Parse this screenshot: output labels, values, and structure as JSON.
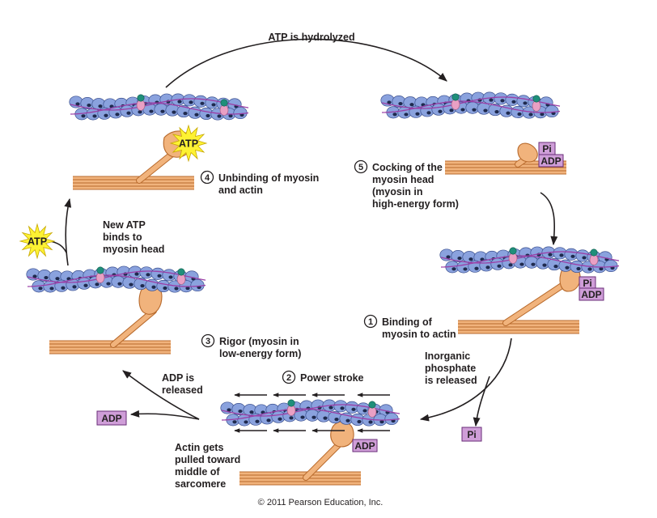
{
  "labels": {
    "top_arrow": "ATP is hydrolyzed",
    "new_atp": [
      "New ATP",
      "binds to",
      "myosin head"
    ],
    "adp_released": [
      "ADP is",
      "released"
    ],
    "actin_pulled": [
      "Actin gets",
      "pulled toward",
      "middle of",
      "sarcomere"
    ],
    "pi_released": [
      "Inorganic",
      "phosphate",
      "is released"
    ]
  },
  "steps": [
    {
      "number": "1",
      "lines": [
        "Binding of",
        "myosin to actin"
      ]
    },
    {
      "number": "2",
      "lines": [
        "Power stroke"
      ]
    },
    {
      "number": "3",
      "lines": [
        "Rigor (myosin in",
        "low-energy form)"
      ]
    },
    {
      "number": "4",
      "lines": [
        "Unbinding of myosin",
        "and actin"
      ]
    },
    {
      "number": "5",
      "lines": [
        "Cocking of the",
        "myosin head",
        "(myosin in",
        "high-energy form)"
      ]
    }
  ],
  "molecules": {
    "atp": "ATP",
    "adp": "ADP",
    "pi": "Pi"
  },
  "copyright": "© 2011 Pearson Education, Inc.",
  "colors": {
    "actin_bead": "#8aa2de",
    "actin_bead_edge": "#3a4f8e",
    "tropomyosin": "#9b3fa6",
    "myosin_fill": "#f1b37c",
    "myosin_edge": "#b86a2c",
    "filament_line": "#b86a2c",
    "molecule_pill": "#cf9ed8",
    "molecule_pill_edge": "#6a2d78",
    "atp_star": "#fdf233",
    "troponin": "#1f8f7a",
    "troponin_pink": "#e9a0c4"
  }
}
